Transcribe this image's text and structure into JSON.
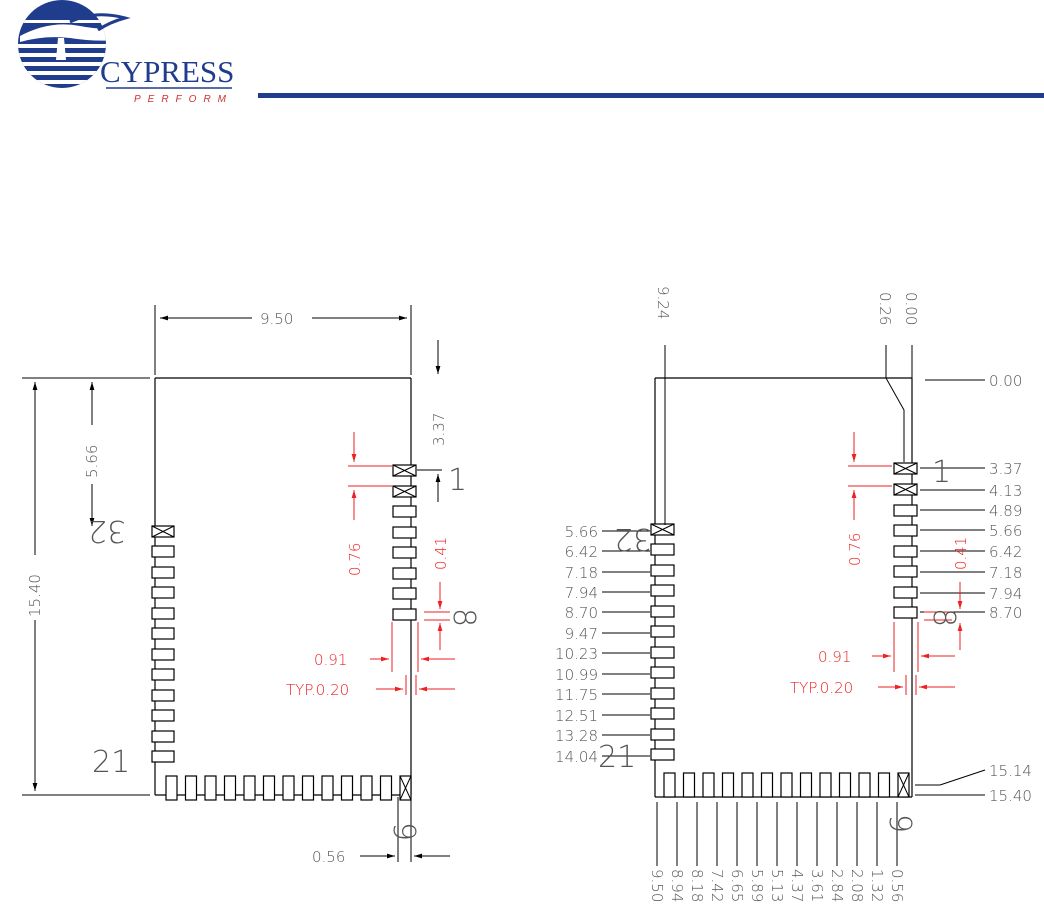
{
  "header": {
    "brand": "CYPRESS",
    "tagline": "PERFORM",
    "brand_color": "#1f3d8c",
    "tagline_color": "#d03030"
  },
  "left_view": {
    "width_label": "9.50",
    "height_label": "15.40",
    "pin32_offset_label": "5.66",
    "pin1_offset_label": "3.37",
    "pitch_label": "0.76",
    "pad_height_label": "0.41",
    "pad_length_label": "0.91",
    "pad_width_label": "TYP.0.20",
    "pin9_offset_label": "0.56",
    "pin_labels": {
      "p1": "1",
      "p8": "8",
      "p9": "9",
      "p21": "21",
      "p32": "32"
    }
  },
  "right_view": {
    "top_labels": [
      "9.24",
      "0.26",
      "0.00"
    ],
    "right_labels": [
      "0.00",
      "3.37",
      "4.13",
      "4.89",
      "5.66",
      "6.42",
      "7.18",
      "7.94",
      "8.70",
      "15.14",
      "15.40"
    ],
    "left_labels": [
      "5.66",
      "6.42",
      "7.18",
      "7.94",
      "8.70",
      "9.47",
      "10.23",
      "10.99",
      "11.75",
      "12.51",
      "13.28",
      "14.04"
    ],
    "bottom_labels": [
      "9.50",
      "8.94",
      "8.18",
      "7.42",
      "6.65",
      "5.89",
      "5.13",
      "4.37",
      "3.61",
      "2.84",
      "2.08",
      "1.32",
      "0.56"
    ],
    "pitch_label": "0.76",
    "pad_height_label": "0.41",
    "pad_length_label": "0.91",
    "pad_width_label": "TYP.0.20",
    "pin_labels": {
      "p1": "1",
      "p8": "8",
      "p9": "9",
      "p21": "21",
      "p32": "32"
    }
  }
}
